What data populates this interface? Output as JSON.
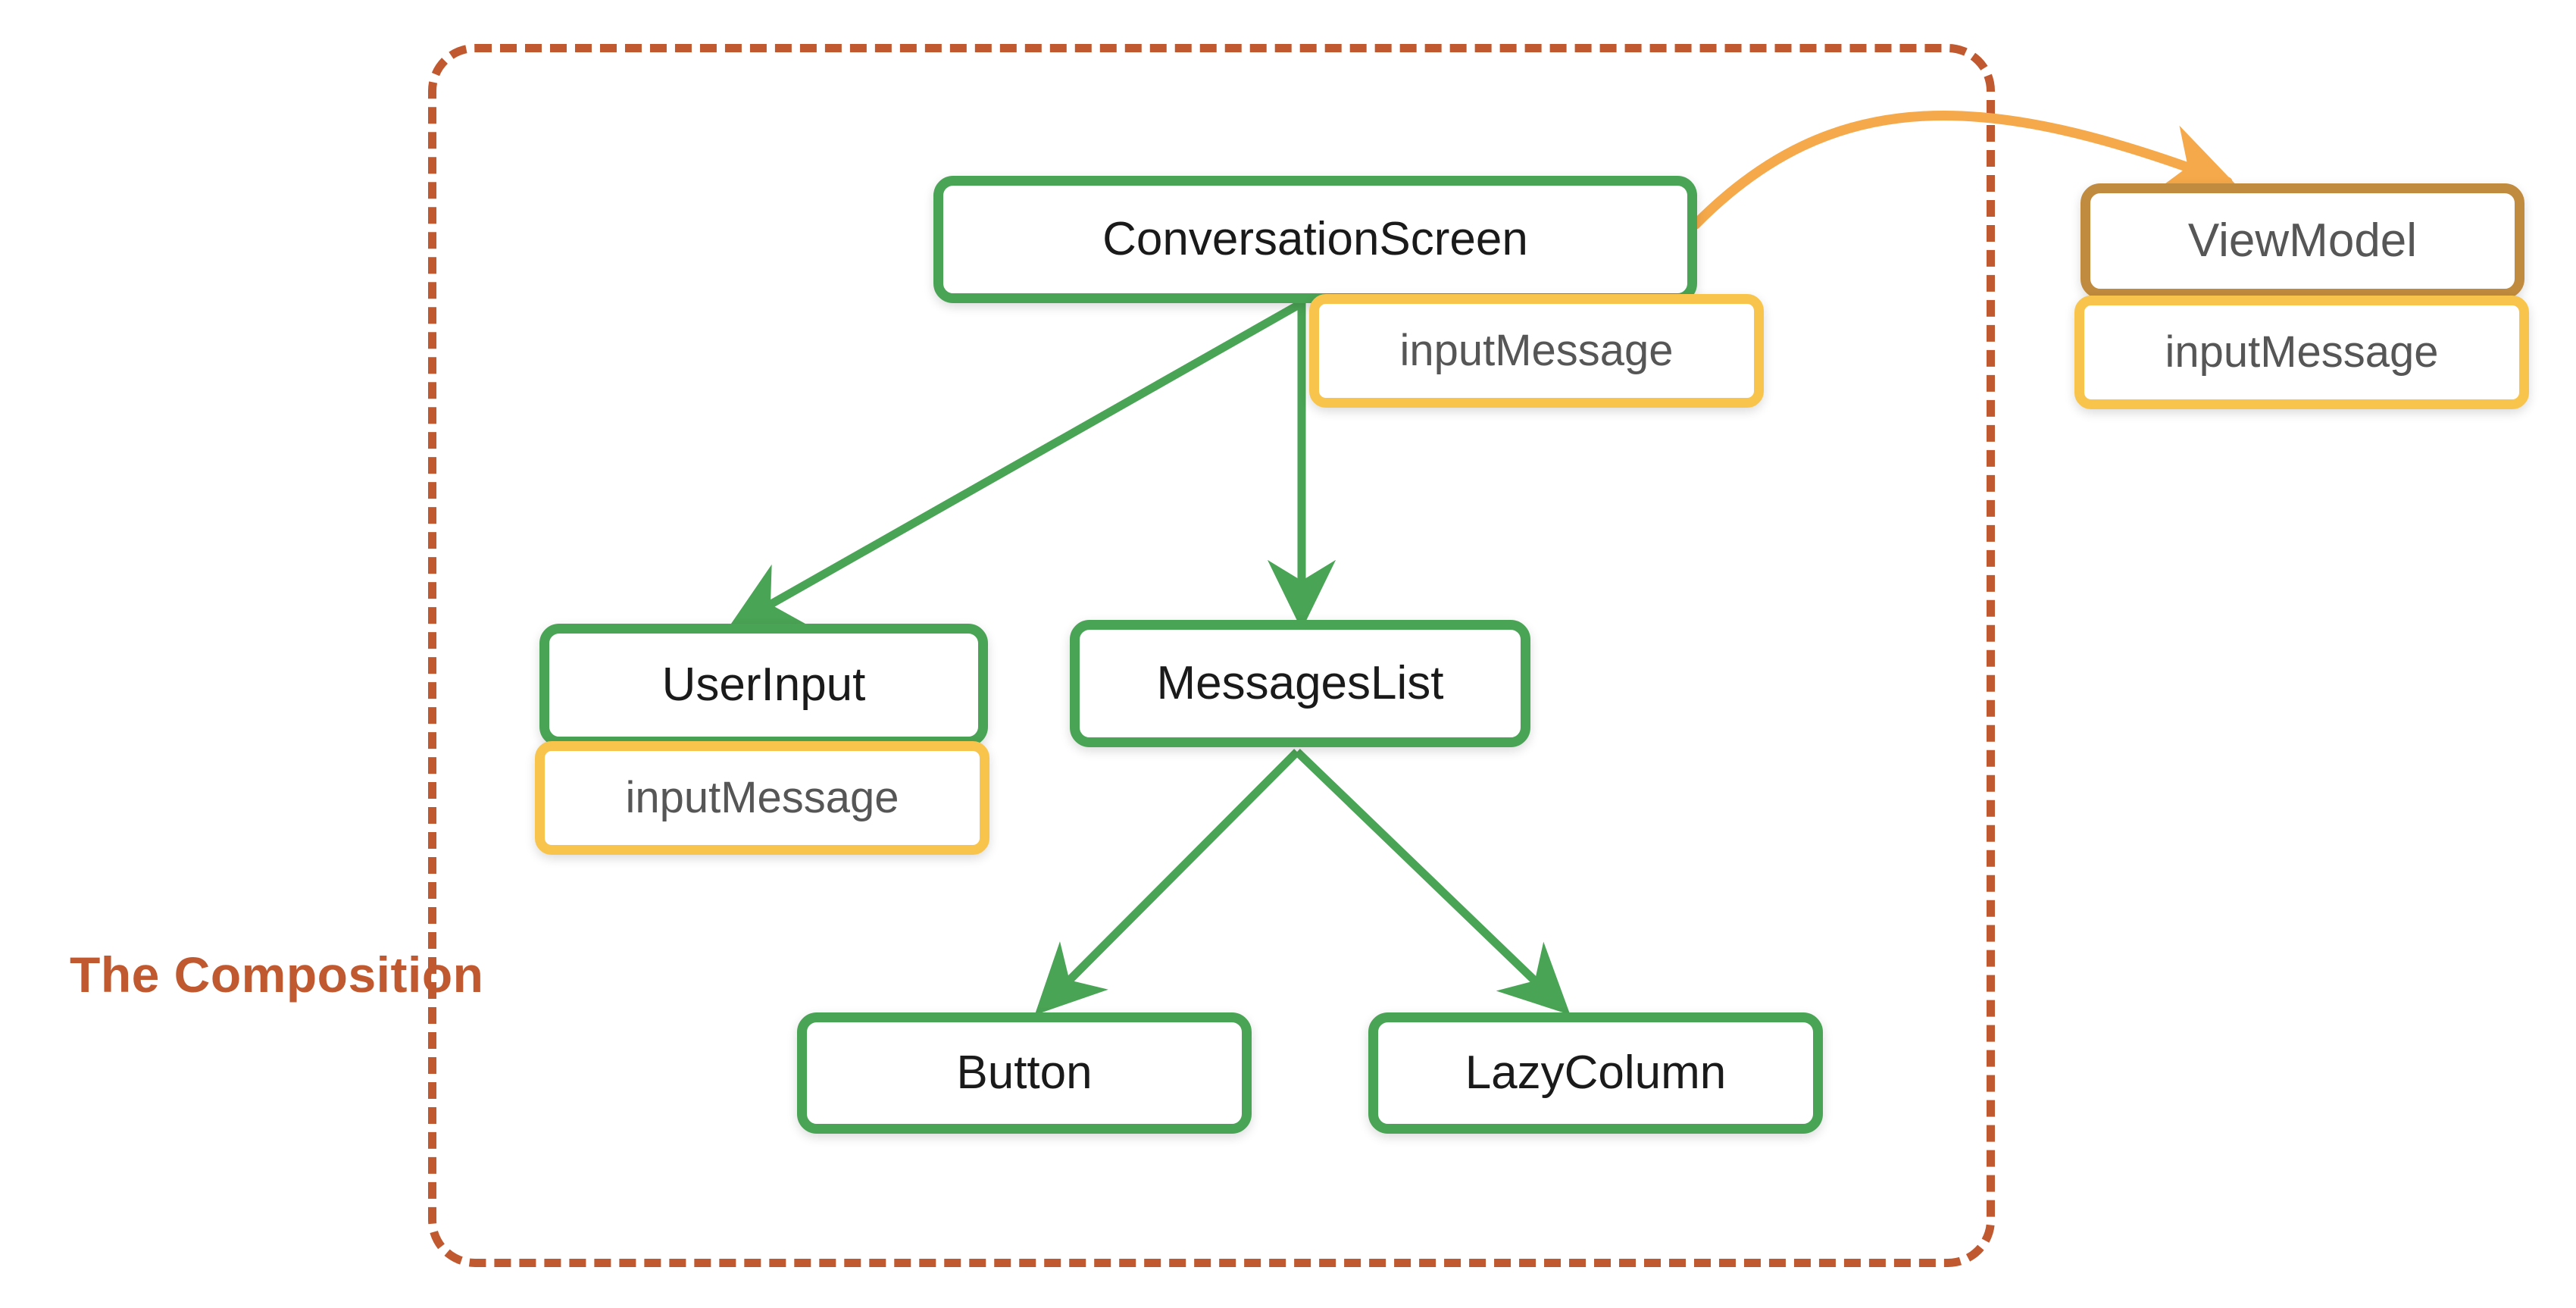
{
  "diagram": {
    "title": "Jetpack Compose Composition / ViewModel state hoisting diagram",
    "composition_label": "The Composition",
    "colors": {
      "composable_border": "#4AA455",
      "state_border": "#F8C44B",
      "viewmodel_border": "#C08B3E",
      "boundary_dashed": "#C0592F",
      "arrow_green": "#4AA455",
      "arrow_orange": "#F5A94A",
      "label_dark": "#1a1a1a",
      "label_gray": "#565656",
      "background": "#ffffff"
    },
    "nodes": [
      {
        "id": "conversation-screen",
        "label": "ConversationScreen",
        "kind": "composable"
      },
      {
        "id": "conversation-screen-state",
        "label": "inputMessage",
        "kind": "state"
      },
      {
        "id": "view-model",
        "label": "ViewModel",
        "kind": "viewmodel"
      },
      {
        "id": "view-model-state",
        "label": "inputMessage",
        "kind": "state"
      },
      {
        "id": "user-input",
        "label": "UserInput",
        "kind": "composable"
      },
      {
        "id": "user-input-state",
        "label": "inputMessage",
        "kind": "state"
      },
      {
        "id": "messages-list",
        "label": "MessagesList",
        "kind": "composable"
      },
      {
        "id": "button",
        "label": "Button",
        "kind": "composable"
      },
      {
        "id": "lazy-column",
        "label": "LazyColumn",
        "kind": "composable"
      }
    ],
    "edges": [
      {
        "from": "conversation-screen",
        "to": "user-input",
        "style": "solid",
        "color": "green"
      },
      {
        "from": "conversation-screen",
        "to": "messages-list",
        "style": "solid",
        "color": "green"
      },
      {
        "from": "messages-list",
        "to": "button",
        "style": "solid",
        "color": "green"
      },
      {
        "from": "messages-list",
        "to": "lazy-column",
        "style": "solid",
        "color": "green"
      },
      {
        "from": "conversation-screen",
        "to": "view-model",
        "style": "curved",
        "color": "orange"
      }
    ]
  }
}
